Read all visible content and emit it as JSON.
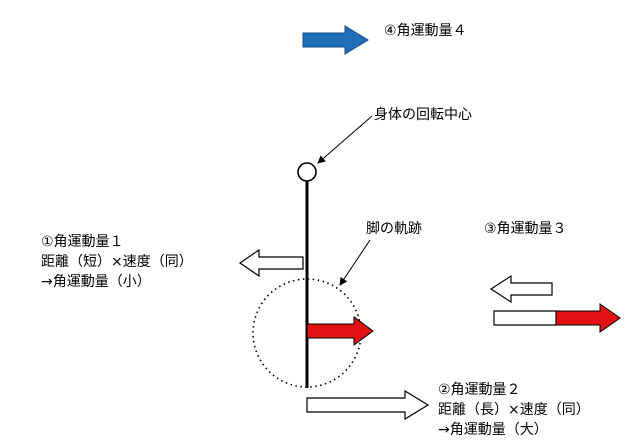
{
  "labels": {
    "am4": "④角運動量４",
    "rotation_center": "身体の回転中心",
    "leg_trajectory": "脚の軌跡",
    "am1_line1": "①角運動量１",
    "am1_line2": "距離（短）×速度（同）",
    "am1_line3": "→角運動量（小）",
    "am3": "③角運動量３",
    "am2_line1": "②角運動量２",
    "am2_line2": "距離（長）×速度（同）",
    "am2_line3": "→角運動量（大）"
  },
  "colors": {
    "blue_arrow": "#1f6fb8",
    "red_arrow": "#e31212",
    "white_arrow": "#ffffff",
    "outline": "#000000"
  }
}
